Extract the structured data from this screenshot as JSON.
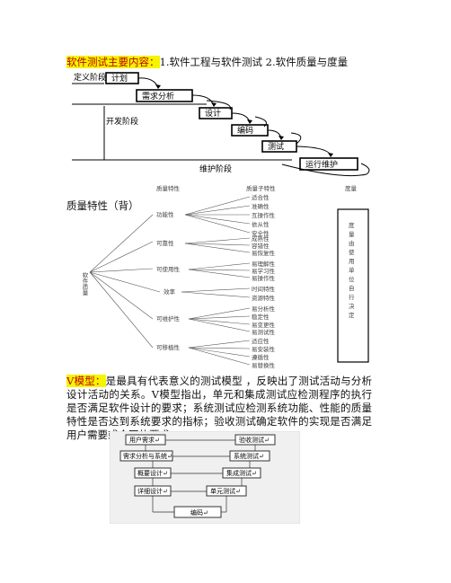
{
  "heading": {
    "label": "软件测试主要内容：",
    "items": "1.软件工程与软件测试   2.软件质量与度量"
  },
  "waterfall": {
    "left_labels": [
      "定义阶段",
      "开发阶段"
    ],
    "stages": [
      "计划",
      "需求分析",
      "设计",
      "编码",
      "测试",
      "运行维护"
    ],
    "maintenance_label": "维护阶段"
  },
  "quality": {
    "section_label": "质量特性（背）",
    "col_headers": [
      "质量特性",
      "质量子特性",
      "度量"
    ],
    "root": "软件质量",
    "characteristics": [
      {
        "name": "功能性",
        "subs": [
          "适合性",
          "准确性",
          "互操作性",
          "依从性",
          "安全性"
        ]
      },
      {
        "name": "可靠性",
        "subs": [
          "成熟性",
          "容错性",
          "易恢复性"
        ]
      },
      {
        "name": "可使用性",
        "subs": [
          "易理解性",
          "易学习性",
          "易操作性"
        ]
      },
      {
        "name": "效率",
        "subs": [
          "时间特性",
          "资源特性"
        ]
      },
      {
        "name": "可维护性",
        "subs": [
          "易分析性",
          "稳定性",
          "易变更性",
          "易测试性"
        ]
      },
      {
        "name": "可移植性",
        "subs": [
          "适应性",
          "易安装性",
          "遵循性",
          "易替换性"
        ]
      }
    ],
    "metric_text": "度量由使用单位自行决定"
  },
  "vmodel": {
    "label": "V模型：",
    "text": "是最具有代表意义的测试模型 ，反映出了测试活动与分析设计活动的关系。V模型指出，单元和集成测试应检测程序的执行是否满足软件设计的要求；系统测试应检测系统功能、性能的质量特性是否达到系统要求的指标；验收测试确定软件的实现是否满足用户需要或合同的要求。",
    "left_boxes": [
      "用户需求↵",
      "需求分析与系统↵",
      "概要设计↵",
      "详细设计↵"
    ],
    "right_boxes": [
      "验收测试↵",
      "系统测试↵",
      "集成测试↵",
      "单元测试↵"
    ],
    "bottom_box": "编码↵"
  }
}
